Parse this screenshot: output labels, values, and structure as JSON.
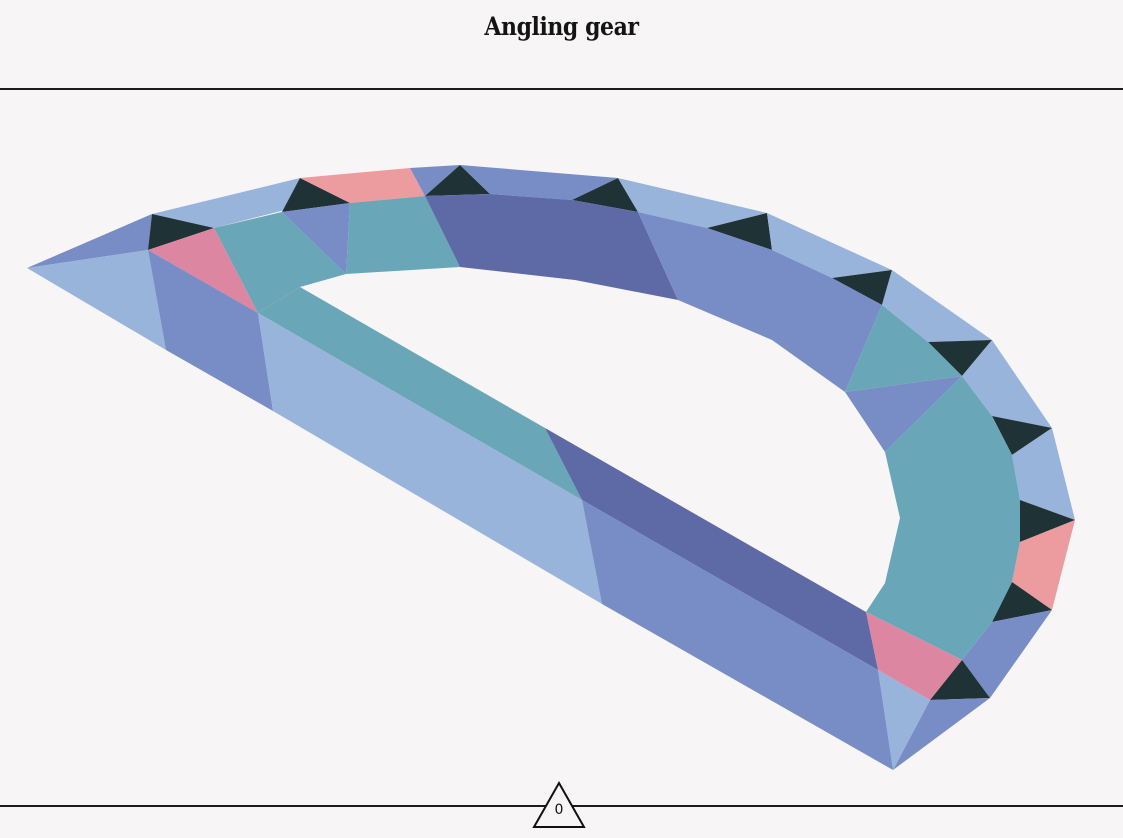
{
  "header": {
    "title": "Angling gear"
  },
  "puzzle": {
    "icon": "triangle-tile-puzzle",
    "colors": {
      "light_blue": "#98b4da",
      "periwinkle": "#788cc6",
      "indigo": "#5d6aa5",
      "teal": "#69a6b8",
      "rose": "#dd86a2",
      "salmon": "#ec9c9e",
      "dark": "#1f3337",
      "background": "#f7f5f6"
    }
  },
  "footer": {
    "move_counter": "0",
    "counter_icon": "triangle-outline-icon"
  }
}
